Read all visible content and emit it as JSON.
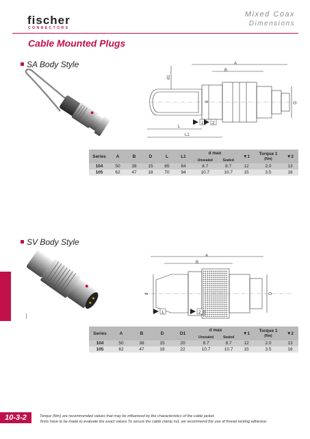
{
  "header": {
    "logo_text": "fischer",
    "logo_sub": "CONNECTORS",
    "category": "Mixed Coax",
    "subcategory": "Dimensions"
  },
  "page_title": "Cable Mounted Plugs",
  "sections": {
    "sa": {
      "title": "SA Body Style",
      "drawing_labels": {
        "A": "A",
        "B": "B",
        "L": "L",
        "L1": "L1",
        "d1": "d1",
        "d": "d",
        "D": "D",
        "w1": "1",
        "w2": "2"
      },
      "table": {
        "headers": [
          "Series",
          "A",
          "B",
          "D",
          "L",
          "L1"
        ],
        "dmax_label": "d max",
        "dmax_sub": [
          "Unsealed",
          "Sealed"
        ],
        "wrench1": "1",
        "torque_label": "Torque 1",
        "torque_unit": "(Nm)",
        "wrench2": "2",
        "rows": [
          [
            "104",
            "50",
            "38",
            "15",
            "65",
            "84",
            "8.7",
            "8.7",
            "12",
            "2.0",
            "13"
          ],
          [
            "105",
            "62",
            "47",
            "18",
            "70",
            "94",
            "10.7",
            "10.7",
            "15",
            "3.5",
            "16"
          ]
        ]
      }
    },
    "sv": {
      "title": "SV Body Style",
      "drawing_labels": {
        "A": "A",
        "B": "B",
        "d": "d",
        "D": "D",
        "D1": "D1",
        "w1": "1",
        "w2": "2"
      },
      "table": {
        "headers": [
          "Series",
          "A",
          "B",
          "D",
          "D1"
        ],
        "dmax_label": "d max",
        "dmax_sub": [
          "Unsealed",
          "Sealed"
        ],
        "wrench1": "1",
        "torque_label": "Torque 1",
        "torque_unit": "(Nm)",
        "wrench2": "2",
        "rows": [
          [
            "104",
            "50",
            "38",
            "15",
            "20",
            "8.7",
            "8.7",
            "12",
            "2.0",
            "13"
          ],
          [
            "105",
            "62",
            "47",
            "18",
            "22",
            "10.7",
            "10.7",
            "15",
            "3.5",
            "16"
          ]
        ]
      }
    }
  },
  "page_number": "10-3-2",
  "footnote": {
    "line1": "Torque (Nm) are recommended values that may be influenced by the characteristics of the cable jacket.",
    "line2": "Tests have to be made to evaluate the exact values.To secure the cable clamp nut, we recommend the use of thread locking adhesive."
  },
  "colors": {
    "accent": "#c0104a",
    "table_header": "#b9b9b9",
    "row1": "#c9c9c9",
    "row2": "#e2e2e2"
  }
}
